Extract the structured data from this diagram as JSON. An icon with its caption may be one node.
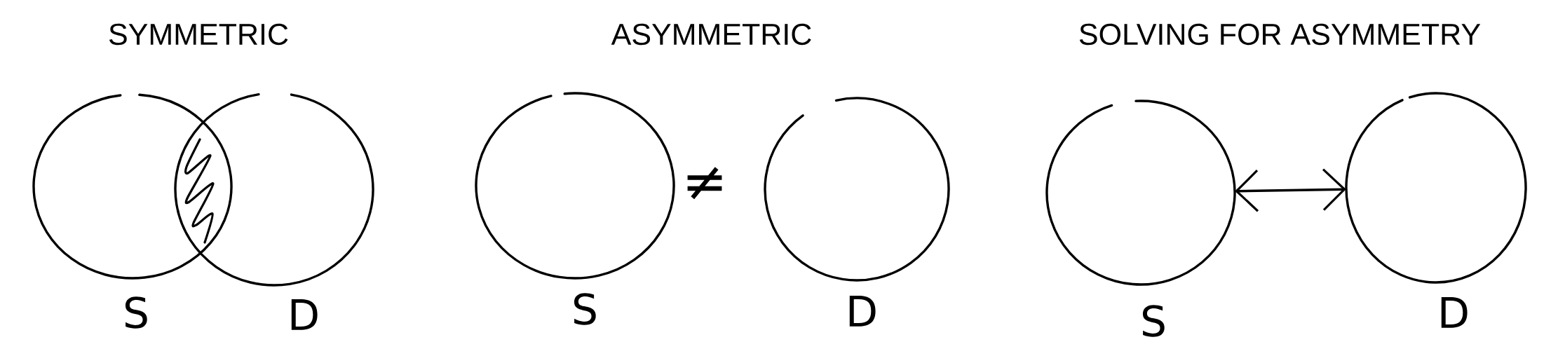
{
  "diagram": {
    "nodes": [
      {
        "text": [
          "S"
        ]
      },
      {
        "text": [
          "D"
        ]
      },
      {
        "text": [
          "S"
        ]
      },
      {
        "text": [
          "D"
        ]
      },
      {
        "text": [
          "S"
        ]
      },
      {
        "text": [
          "D"
        ]
      }
    ],
    "edges": [
      {
        "from": 4,
        "to": 5,
        "arrow": "both"
      }
    ],
    "labels": [
      "SYMMETRIC",
      "ASYMMETRIC",
      "SOLVING FOR ASYMMETRY",
      "≠"
    ]
  }
}
